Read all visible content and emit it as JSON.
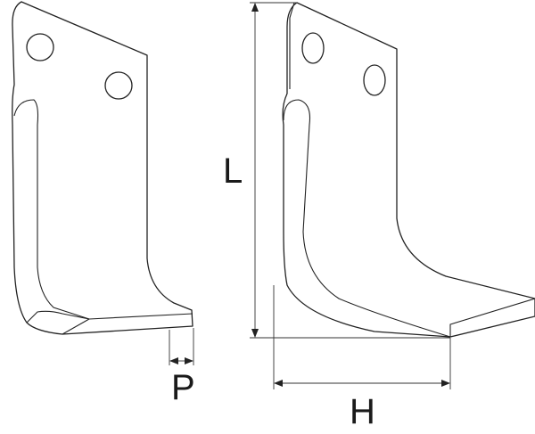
{
  "diagram": {
    "dimensions": {
      "length_label": "L",
      "width_label": "H",
      "thickness_label": "P"
    },
    "colors": {
      "line": "#222222",
      "background": "#ffffff"
    }
  }
}
